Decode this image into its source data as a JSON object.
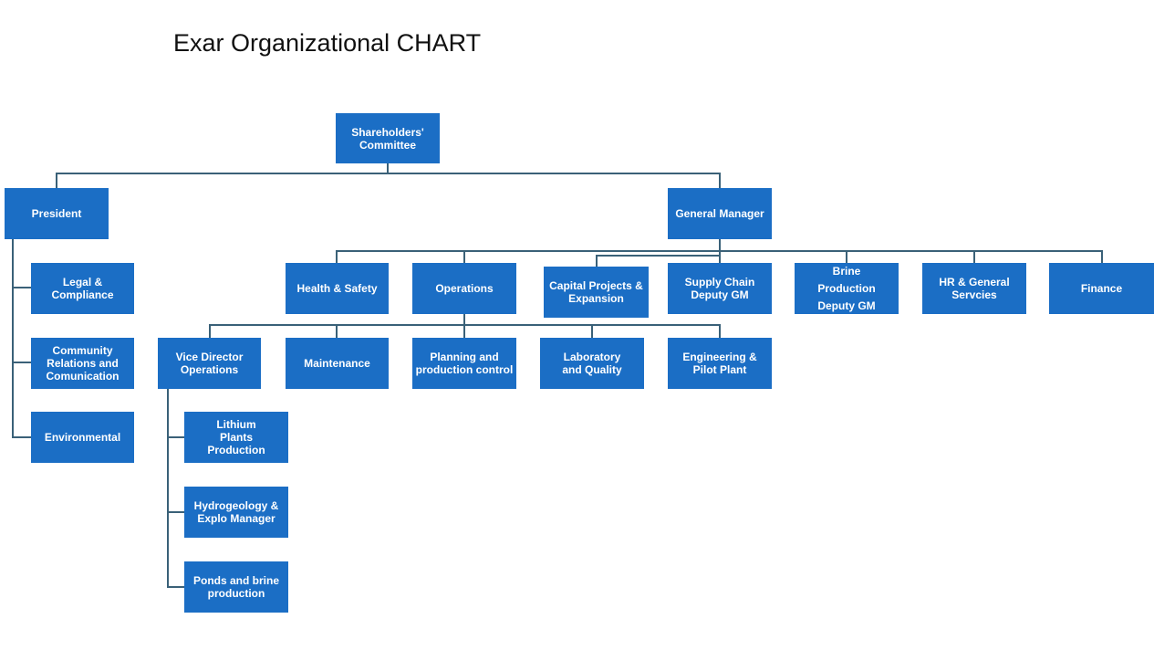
{
  "title": "Exar Organizational CHART",
  "nodes": {
    "shareholders": "Shareholders' Committee",
    "president": "President",
    "general_manager": "General Manager",
    "legal": "Legal & Compliance",
    "community": "Community Relations and Comunication",
    "environmental": "Environmental",
    "health_safety": "Health & Safety",
    "operations": "Operations",
    "capital_projects": "Capital Projects & Expansion",
    "supply_chain": "Supply Chain Deputy GM",
    "brine_production": "Brine Production Deputy GM",
    "hr": "HR & General Servcies",
    "finance": "Finance",
    "vice_director": "Vice Director Operations",
    "maintenance": "Maintenance",
    "planning": "Planning and production control",
    "laboratory": "Laboratory and Quality",
    "engineering": "Engineering & Pilot Plant",
    "lithium": "Lithium Plants Production",
    "hydrogeology": "Hydrogeology & Explo Manager",
    "ponds": "Ponds and brine production"
  }
}
